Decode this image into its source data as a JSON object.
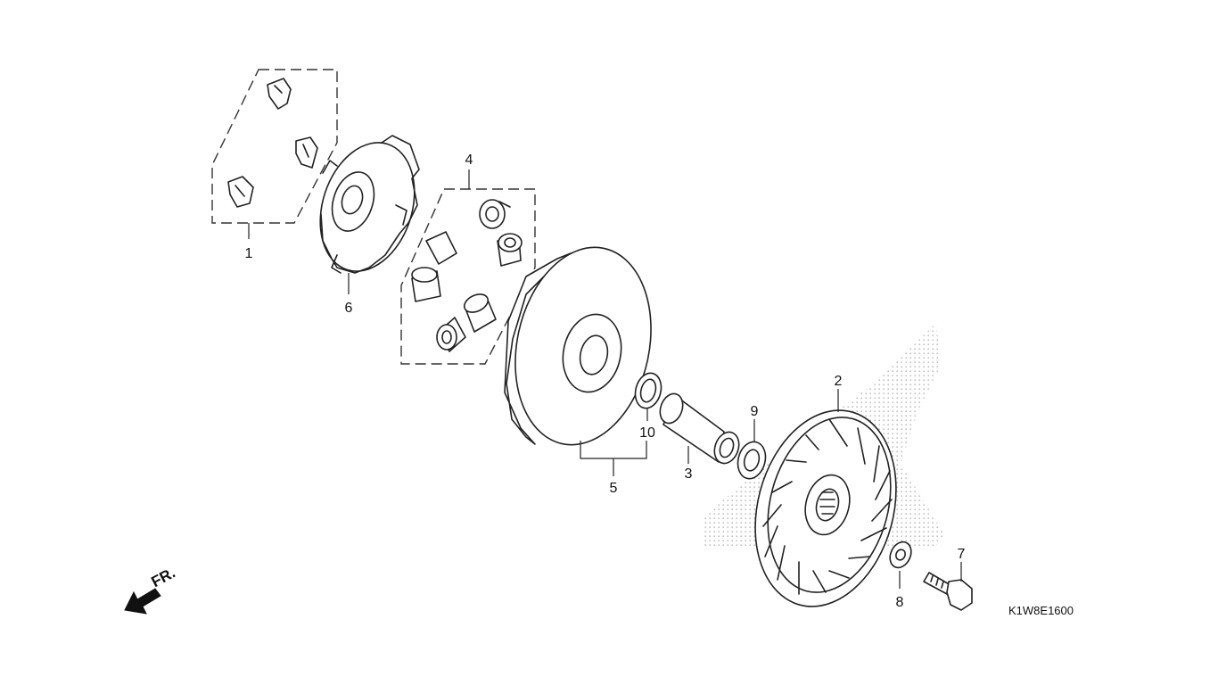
{
  "diagram": {
    "type": "exploded-parts-diagram",
    "callouts": [
      "1",
      "2",
      "3",
      "4",
      "5",
      "6",
      "7",
      "8",
      "9",
      "10"
    ],
    "direction_label": "FR.",
    "diagram_code": "K1W8E1600"
  },
  "colors": {
    "ink": "#222222",
    "background": "#ffffff",
    "shading": "#8a8a8a"
  }
}
